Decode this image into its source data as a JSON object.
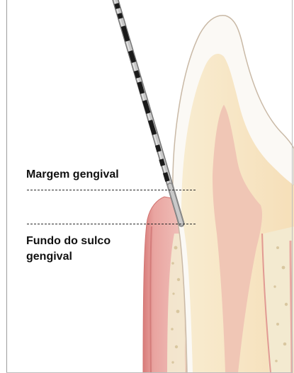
{
  "labels": {
    "gingival_margin": "Margem gengival",
    "sulcus_bottom_line1": "Fundo do sulco",
    "sulcus_bottom_line2": "gengival"
  },
  "colors": {
    "enamel_outline": "#c9b9a6",
    "enamel": "#fbf9f5",
    "dentin": "#f7e7c6",
    "pulp": "#f0c6b5",
    "gingiva": "#e9a9a3",
    "gingiva_dark": "#d87c7a",
    "bone": "#f3ead0",
    "probe_dark": "#1b1b1b",
    "probe_light": "#bfbfbf",
    "dashed_line": "#2a2a2a"
  }
}
